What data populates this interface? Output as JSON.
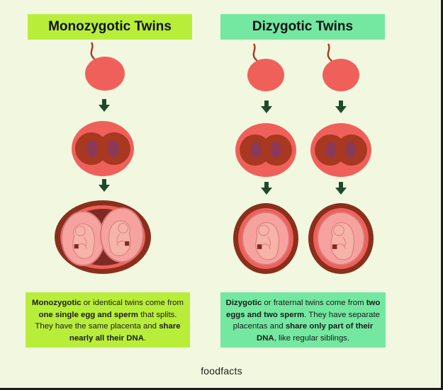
{
  "titles": {
    "monozygotic": "Monozygotic Twins",
    "dizygotic": "Dizygotic Twins"
  },
  "descriptions": {
    "monozygotic": {
      "lead": "Monozygotic",
      "text1": " or identical twins come from ",
      "bold1": "one single egg and sperm",
      "text2": " that splits. They have the same placenta and ",
      "bold2": "share nearly all their DNA",
      "text3": "."
    },
    "dizygotic": {
      "lead": "Dizygotic",
      "text1": " or fraternal twins come from ",
      "bold1": "two eggs and two sperm",
      "text2": ". They have separate placentas and ",
      "bold2": "share only part of their DNA",
      "text3": ", like regular siblings."
    }
  },
  "brand": {
    "logo": "foodfacts"
  },
  "colors": {
    "background": "#f2f8e0",
    "mono_accent": "#b8ee3a",
    "di_accent": "#74e8a0",
    "egg": "#f0605a",
    "cell_inner": "#a83820",
    "nucleus": "#8a3a58",
    "arrow": "#1e4a2a",
    "womb": "#8a2f1c",
    "fetus": "#f6b3a8"
  },
  "icons": [
    "egg-with-sperm-icon",
    "down-arrow-icon",
    "dividing-cell-icon",
    "fetus-in-womb-icon"
  ]
}
